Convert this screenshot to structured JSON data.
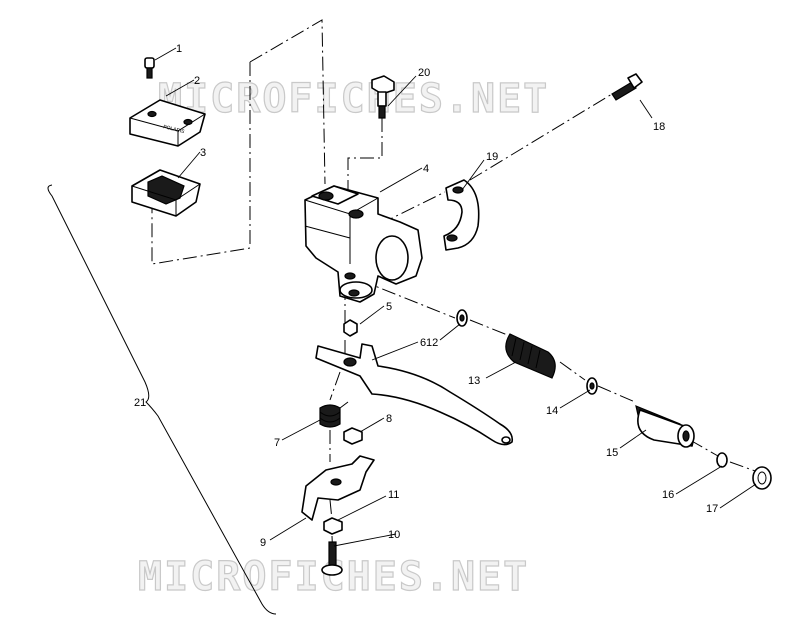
{
  "watermark": {
    "top": "MICROFICHES.NET",
    "bottom": "MICROFICHES.NET"
  },
  "callouts": {
    "c1": "1",
    "c2": "2",
    "c3": "3",
    "c4": "4",
    "c5": "5",
    "c6": "6",
    "c7": "7",
    "c8": "8",
    "c9": "9",
    "c10": "10",
    "c11": "11",
    "c12": "12",
    "c13": "13",
    "c14": "14",
    "c15": "15",
    "c16": "16",
    "c17": "17",
    "c18": "18",
    "c19": "19",
    "c20": "20",
    "c21": "21"
  },
  "cover_text": "POLARIS"
}
